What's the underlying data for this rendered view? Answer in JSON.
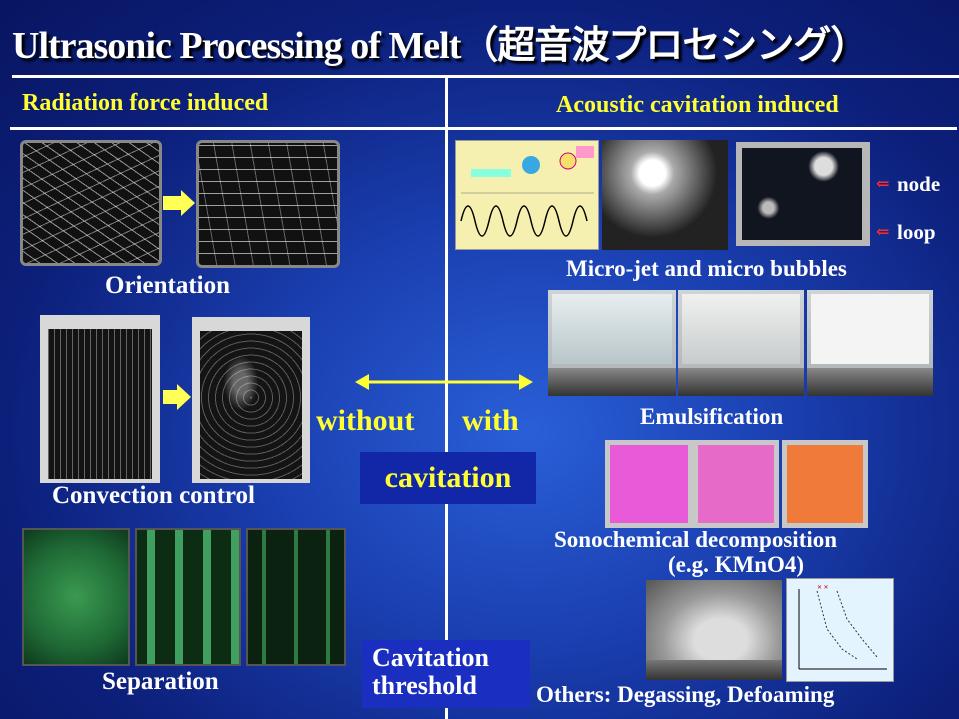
{
  "title": "Ultrasonic Processing of Melt（超音波プロセシング）",
  "left_header": "Radiation force induced",
  "right_header": "Acoustic cavitation induced",
  "left_labels": {
    "orientation": "Orientation",
    "convection": "Convection control",
    "separation": "Separation"
  },
  "center": {
    "without": "without",
    "with": "with",
    "cavitation": "cavitation",
    "threshold_line1": "Cavitation",
    "threshold_line2": "threshold"
  },
  "right_labels": {
    "node": "node",
    "loop": "loop",
    "microjet": "Micro-jet and micro bubbles",
    "emulsification": "Emulsification",
    "sonochem_line1": "Sonochemical decomposition",
    "sonochem_line2": "(e.g. KMnO4)",
    "others": "Others: Degassing, Defoaming"
  },
  "colors": {
    "background": "#1a3fb0",
    "header_text": "#ffff33",
    "label_text": "#ffffff",
    "arrow": "#ffff55"
  }
}
